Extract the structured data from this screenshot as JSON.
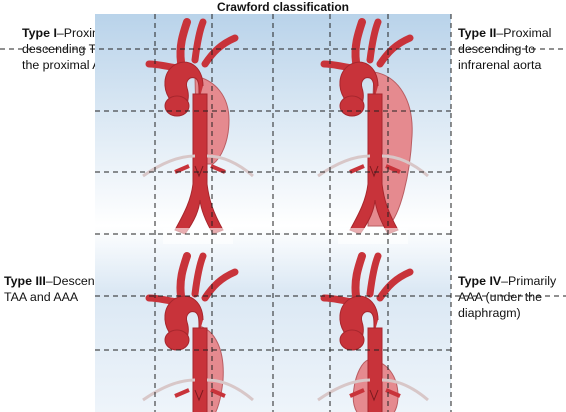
{
  "title": "Crawford classification",
  "panels": [
    {
      "type": "Type I",
      "desc": "–Proximal descending TAA to the proximal AAA"
    },
    {
      "type": "Type II",
      "desc": "–Proximal descending to infrarenal aorta"
    },
    {
      "type": "Type III",
      "desc": "–Descending TAA and AAA"
    },
    {
      "type": "Type IV",
      "desc": "–Primarily AAA (under the diaphragm)"
    }
  ],
  "colors": {
    "panel_bg": "#c9def0",
    "aorta": "#c8333a",
    "aneurysm": "#e58a8f",
    "dash": "#222222"
  }
}
